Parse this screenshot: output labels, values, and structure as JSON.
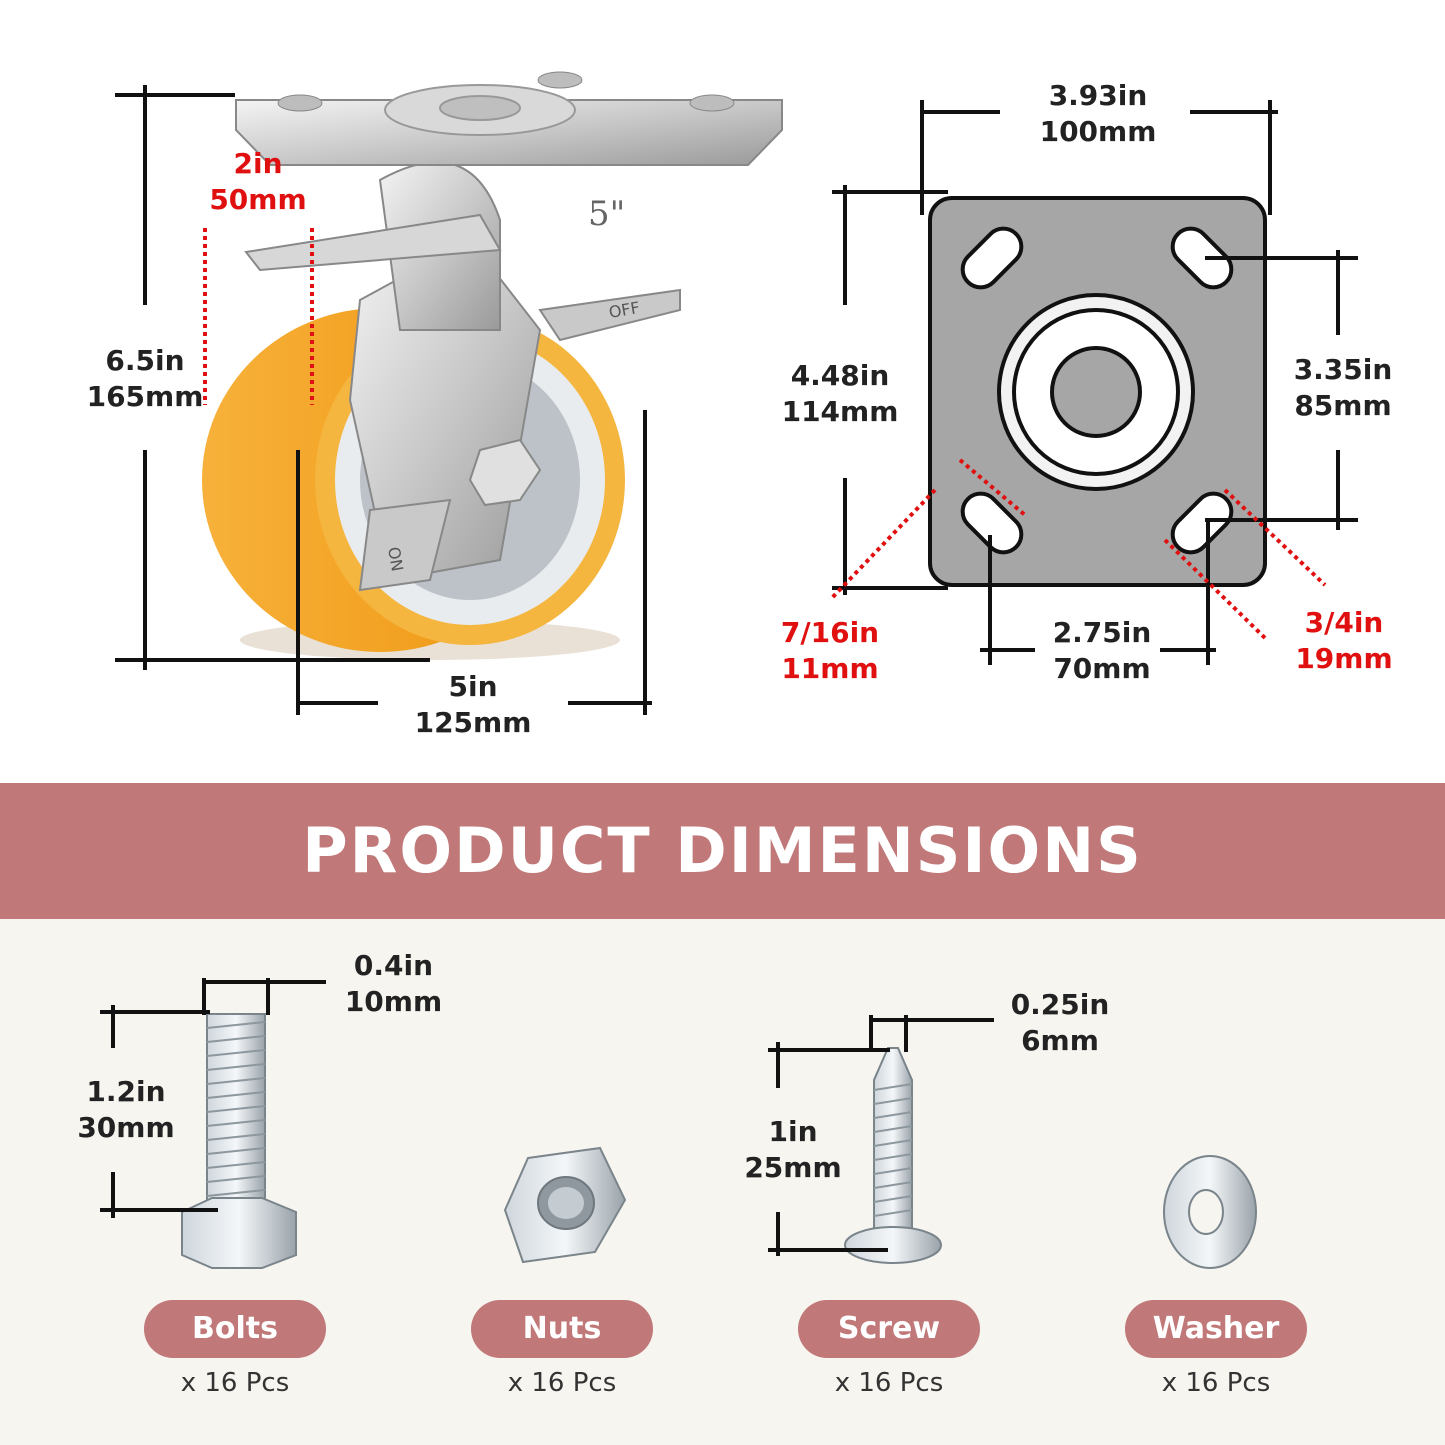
{
  "banner": {
    "title": "PRODUCT DIMENSIONS"
  },
  "caster_dimensions": {
    "height": {
      "in": "6.5in",
      "mm": "165mm"
    },
    "brake": {
      "in": "2in",
      "mm": "50mm"
    },
    "wheel_diameter": {
      "in": "5in",
      "mm": "125mm"
    },
    "wheel_label": "5\"",
    "brake_off_label": "OFF",
    "brake_on_label": "ON"
  },
  "plate_dimensions": {
    "width": {
      "in": "3.93in",
      "mm": "100mm"
    },
    "length": {
      "in": "4.48in",
      "mm": "114mm"
    },
    "hole_spacing_vertical": {
      "in": "3.35in",
      "mm": "85mm"
    },
    "hole_spacing_horizontal": {
      "in": "2.75in",
      "mm": "70mm"
    },
    "slot_width": {
      "in": "7/16in",
      "mm": "11mm"
    },
    "slot_length": {
      "in": "3/4in",
      "mm": "19mm"
    }
  },
  "hardware": {
    "bolt_dims": {
      "diameter_in": "0.4in",
      "diameter_mm": "10mm",
      "length_in": "1.2in",
      "length_mm": "30mm"
    },
    "screw_dims": {
      "diameter_in": "0.25in",
      "diameter_mm": "6mm",
      "length_in": "1in",
      "length_mm": "25mm"
    },
    "items": [
      {
        "label": "Bolts",
        "qty": "x 16 Pcs"
      },
      {
        "label": "Nuts",
        "qty": "x 16 Pcs"
      },
      {
        "label": "Screw",
        "qty": "x 16 Pcs"
      },
      {
        "label": "Washer",
        "qty": "x 16 Pcs"
      }
    ]
  },
  "colors": {
    "banner": "#c07878",
    "accent_red": "#e01010",
    "wheel": "#f2a523",
    "plate": "#a6a6a6"
  }
}
